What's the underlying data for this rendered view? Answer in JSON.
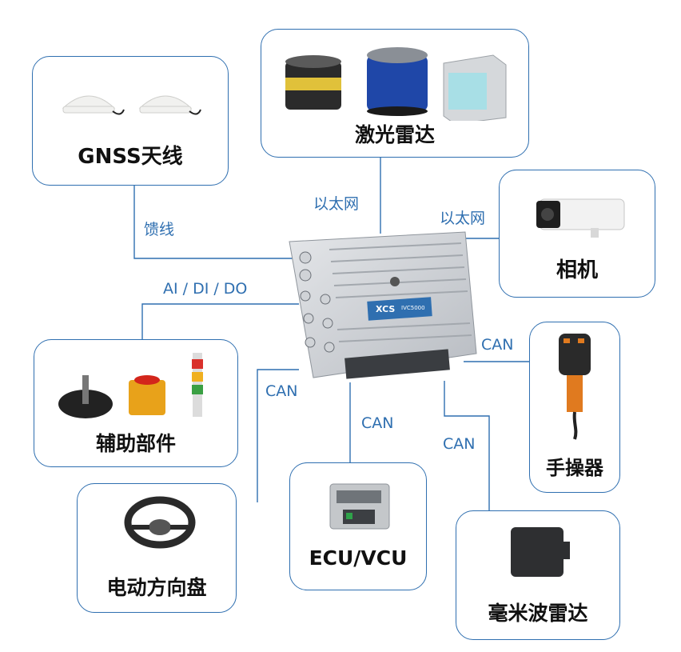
{
  "colors": {
    "line": "#2f6fb0",
    "title": "#111111",
    "label": "#2f6fb0"
  },
  "controller": {
    "brand": "XCS",
    "model": "IVC5000"
  },
  "nodes": {
    "gnss": {
      "title": "GNSS天线",
      "icon": "gnss-antenna"
    },
    "lidar": {
      "title": "激光雷达",
      "icon": "lidar"
    },
    "camera": {
      "title": "相机",
      "icon": "bullet-camera"
    },
    "aux": {
      "title": "辅助部件",
      "icon": "aux-parts"
    },
    "joystick": {
      "title": "手操器",
      "icon": "handheld-controller"
    },
    "wheel": {
      "title": "电动方向盘",
      "icon": "steering-wheel"
    },
    "ecu": {
      "title": "ECU/VCU",
      "icon": "ecu-module"
    },
    "radar": {
      "title": "毫米波雷达",
      "icon": "mmwave-radar"
    }
  },
  "links": {
    "gnss": "馈线",
    "lidar": "以太网",
    "camera": "以太网",
    "aux": "AI / DI / DO",
    "joystick": "CAN",
    "wheel": "CAN",
    "ecu": "CAN",
    "radar": "CAN"
  }
}
